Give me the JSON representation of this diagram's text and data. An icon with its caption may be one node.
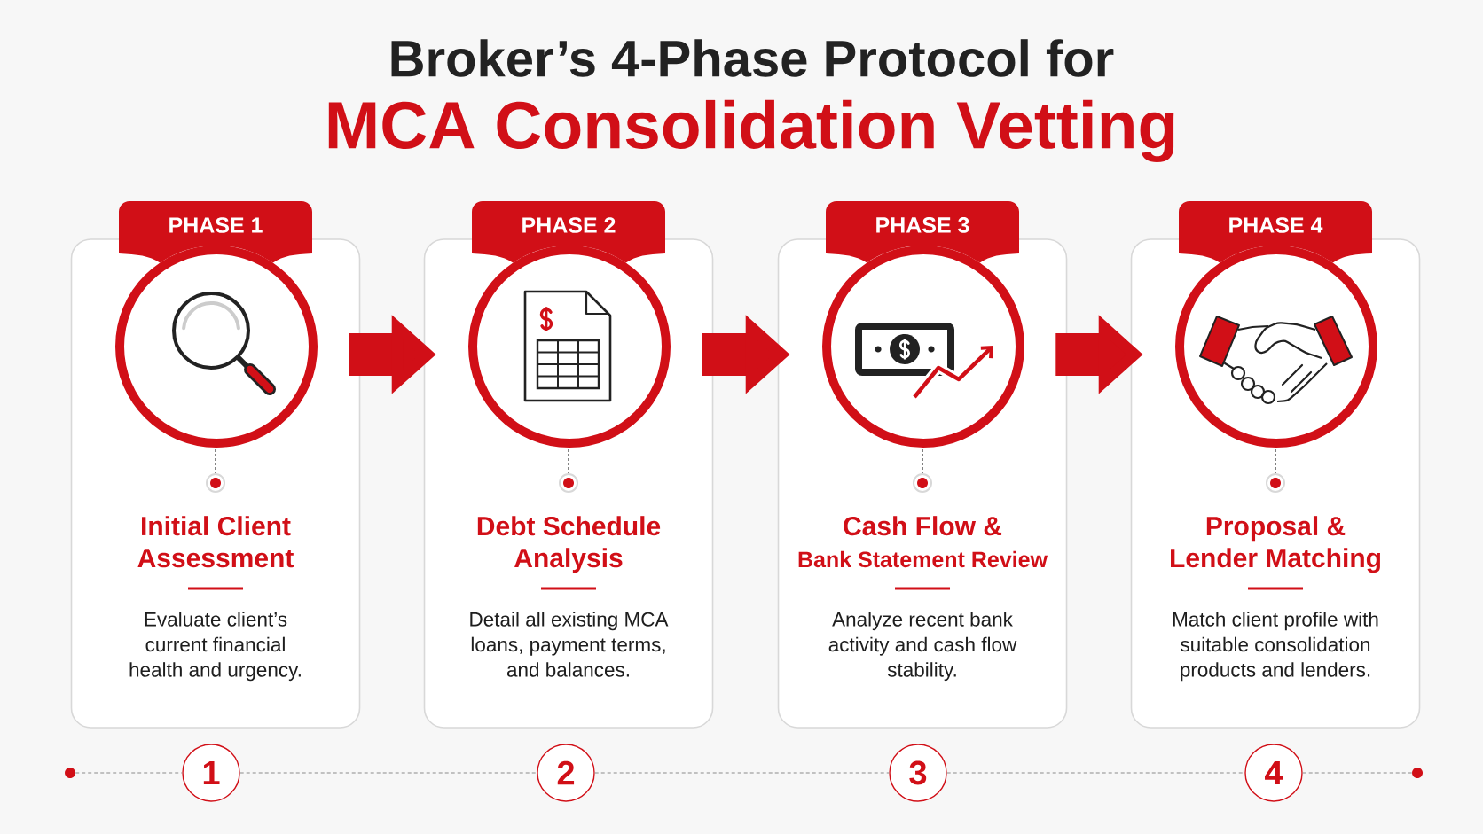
{
  "diagram": {
    "title": "Broker’s 4-Phase Protocol for MCA Consolidation Vetting",
    "nodes": [
      {
        "text": [
          "PHASE 1"
        ]
      },
      {
        "text": [
          "Initial Client Assessment",
          "Evaluate client’s current financial health and urgency."
        ]
      },
      {
        "text": [
          "PHASE 2"
        ]
      },
      {
        "text": [
          "Debt Schedule Analysis",
          "Detail all existing MCA loans, payment terms, and balances."
        ]
      },
      {
        "text": [
          "PHASE 3"
        ]
      },
      {
        "text": [
          "Cash Flow & Bank Statement Review",
          "Analyze recent bank activity and cash flow stability."
        ]
      },
      {
        "text": [
          "PHASE 4"
        ]
      },
      {
        "text": [
          "Proposal & Lender Matching",
          "Match client profile with suitable consolidation products and lenders."
        ]
      },
      {
        "text": [],
        "shape": "circle"
      },
      {
        "text": [
          "1"
        ]
      },
      {
        "text": [
          "2"
        ]
      },
      {
        "text": [
          "3"
        ]
      },
      {
        "text": [
          "4"
        ]
      },
      {
        "text": [],
        "shape": "circle"
      }
    ],
    "edges": [
      {
        "from": 1,
        "to": 3,
        "arrow": "to",
        "style": "thick",
        "color": "#d10f17"
      },
      {
        "from": 3,
        "to": 5,
        "arrow": "to",
        "style": "thick",
        "color": "#d10f17"
      },
      {
        "from": 5,
        "to": 7,
        "arrow": "to",
        "style": "thick",
        "color": "#d10f17"
      },
      {
        "from": 8,
        "to": 9,
        "arrow": "none",
        "style": "dashed"
      },
      {
        "from": 9,
        "to": 10,
        "arrow": "none",
        "style": "dashed"
      },
      {
        "from": 10,
        "to": 11,
        "arrow": "none",
        "style": "dashed"
      },
      {
        "from": 11,
        "to": 12,
        "arrow": "none",
        "style": "dashed"
      },
      {
        "from": 12,
        "to": 13,
        "arrow": "none",
        "style": "dashed"
      }
    ]
  }
}
